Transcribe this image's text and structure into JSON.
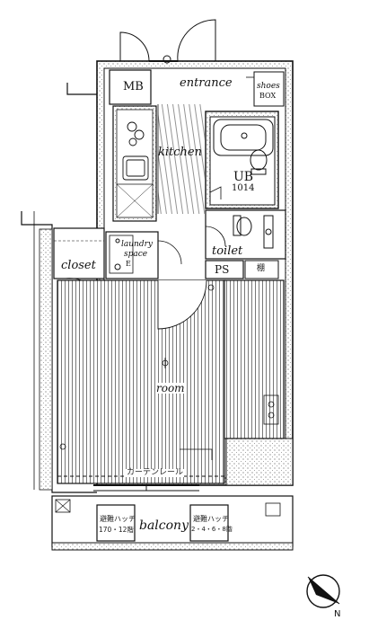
{
  "rooms": {
    "mb": "MB",
    "entrance": "entrance",
    "shoes_box_1": "shoes",
    "shoes_box_2": "BOX",
    "kitchen": "kitchen",
    "ub": "UB",
    "ub_size": "1014",
    "laundry_1": "laundry",
    "laundry_2": "space",
    "laundry_3": "E",
    "toilet": "toilet",
    "ps": "PS",
    "storage_mark": "棚",
    "closet": "closet",
    "room": "room",
    "curtain_rail": "カーテンレール",
    "balcony": "balcony"
  },
  "hatches": {
    "left_1": "避難ハッチ",
    "left_2": "170・12階",
    "right_1": "避難ハッチ",
    "right_2": "2・4・6・8階"
  },
  "icons": [
    "north-arrow-icon",
    "sink-icon",
    "stove-icon",
    "bathtub-icon",
    "toilet-icon",
    "washbasin-icon"
  ]
}
